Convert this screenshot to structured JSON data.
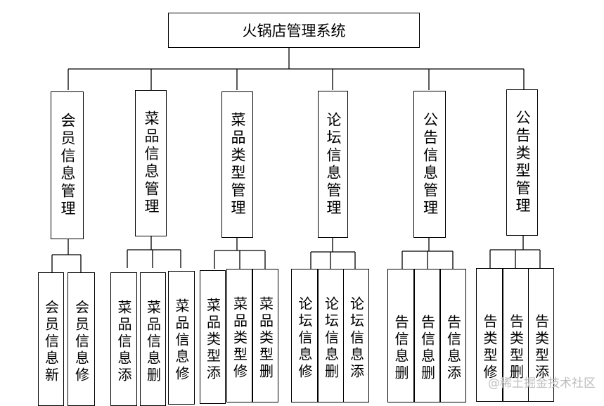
{
  "root": {
    "label": "火锅店管理系统"
  },
  "modules": [
    {
      "label": "会员信息管理",
      "children": [
        "会员信息新",
        "会员信息修"
      ]
    },
    {
      "label": "菜品信息管理",
      "children": [
        "菜品信息添",
        "菜品信息删",
        "菜品信息修"
      ]
    },
    {
      "label": "菜品类型管理",
      "children": [
        "菜品类型添",
        "菜品类型修",
        "菜品类型删"
      ]
    },
    {
      "label": "论坛信息管理",
      "children": [
        "论坛信息修",
        "论坛信息删",
        "论坛信息添"
      ]
    },
    {
      "label": "公告信息管理",
      "children": [
        "告信息删",
        "告信息删",
        "告信息添"
      ]
    },
    {
      "label": "公告类型管理",
      "children": [
        "告类型修",
        "告类型删",
        "告类型添"
      ]
    }
  ],
  "watermark": "@稀土掘金技术社区"
}
